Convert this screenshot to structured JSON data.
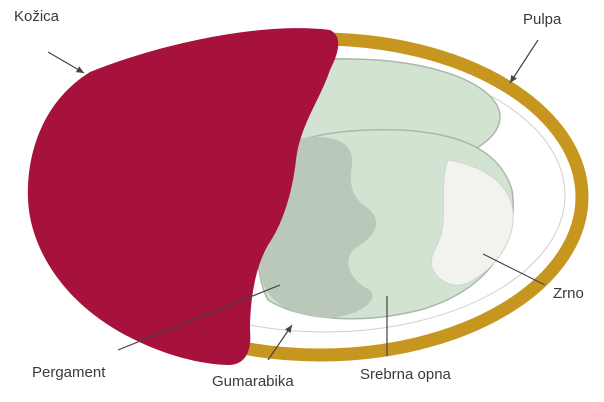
{
  "diagram": {
    "labels": {
      "skin": "Kožica",
      "pulp": "Pulpa",
      "bean": "Zrno",
      "parchment": "Pergament",
      "mucilage": "Gumarabika",
      "silver_skin": "Srebrna opna"
    },
    "colors": {
      "skin": "#a6123c",
      "pulp": "#c6961e",
      "silver_skin": "#d2e3d1",
      "bean_shadow": "#b9c8b8",
      "bean": "#f2f2ef",
      "outline": "#a9b8a9",
      "arrow": "#444444"
    }
  }
}
